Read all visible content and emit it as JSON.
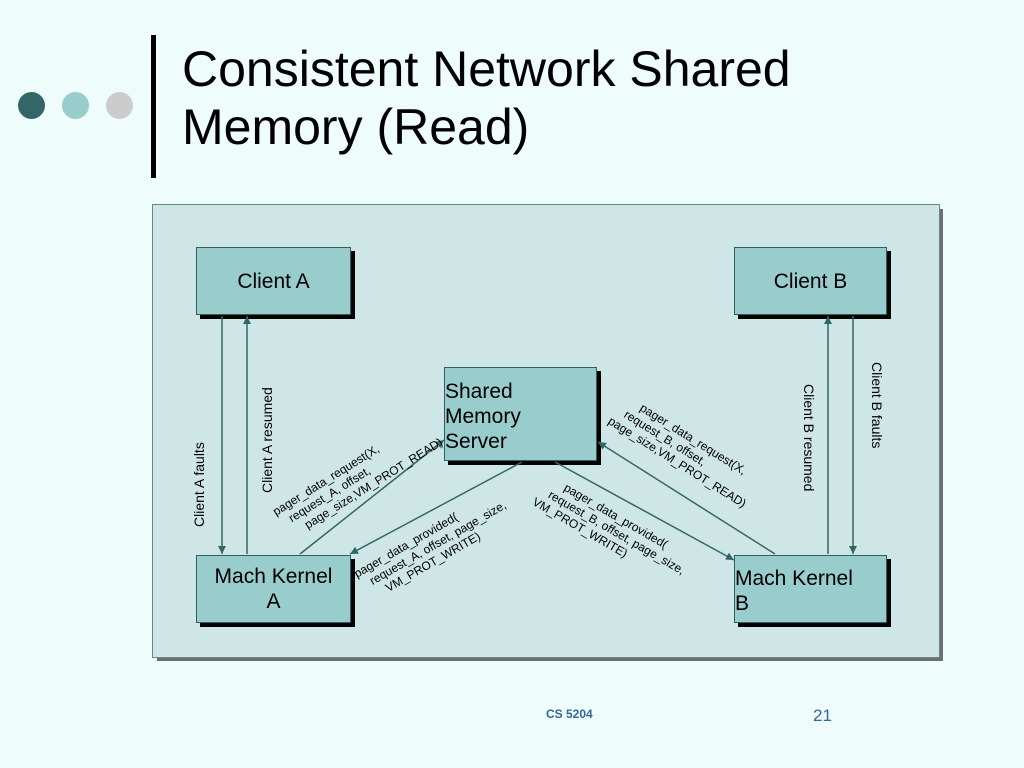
{
  "slide": {
    "title_line1": "Consistent Network Shared",
    "title_line2": "Memory (Read)",
    "course": "CS 5204",
    "page_number": "21"
  },
  "colors": {
    "background": "#eefcfc",
    "panel": "#cfe6e6",
    "box_fill": "#99cccc",
    "arrow": "#336666",
    "dot_1": "#336666",
    "dot_2": "#99cccc",
    "dot_3": "#cccccc",
    "footer_text": "#336699"
  },
  "diagram": {
    "nodes": {
      "client_a": "Client A",
      "client_b": "Client B",
      "server_line1": "Shared",
      "server_line2": "Memory",
      "server_line3": "Server",
      "kernel_a_line1": "Mach Kernel",
      "kernel_a_line2": "A",
      "kernel_b_line1": "Mach Kernel",
      "kernel_b_line2": "B"
    },
    "edges": {
      "client_a_faults": "Client A faults",
      "client_a_resumed": "Client A resumed",
      "client_b_faults": "Client B faults",
      "client_b_resumed": "Client B resumed",
      "request_a_line1": "pager_data_request(X,",
      "request_a_line2": "request_A, offset,",
      "request_a_line3": "page_size,VM_PROT_READ)",
      "provided_a_line1": "pager_data_provided(",
      "provided_a_line2": "request_A, offset, page_size,",
      "provided_a_line3": "VM_PROT_WRITE)",
      "request_b_line1": "pager_data_request(X,",
      "request_b_line2": "request_B, offset,",
      "request_b_line3": "page_size,VM_PROT_READ)",
      "provided_b_line1": "pager_data_provided(",
      "provided_b_line2": "request_B, offset, page_size,",
      "provided_b_line3": "VM_PROT_WRITE)"
    }
  }
}
